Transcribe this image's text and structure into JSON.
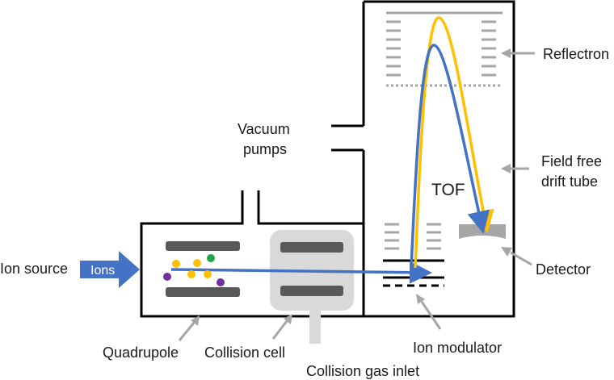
{
  "labels": {
    "vacuum_line1": "Vacuum",
    "vacuum_line2": "pumps",
    "reflectron": "Reflectron",
    "field_free_line1": "Field free",
    "field_free_line2": "drift tube",
    "tof": "TOF",
    "detector": "Detector",
    "ion_source": "Ion source",
    "ions": "Ions",
    "quadrupole": "Quadrupole",
    "collision_cell": "Collision cell",
    "collision_gas_inlet": "Collision gas inlet",
    "ion_modulator": "Ion modulator"
  },
  "colors": {
    "beam_blue": "#4472c4",
    "beam_yellow": "#ffc000",
    "particle_yellow": "#ffc000",
    "particle_green": "#1fa84a",
    "particle_purple": "#7030a0",
    "rod_gray": "#595959",
    "cell_gray": "#d9d9d9",
    "pointer_gray": "#a6a6a6",
    "wall_black": "#000000"
  }
}
